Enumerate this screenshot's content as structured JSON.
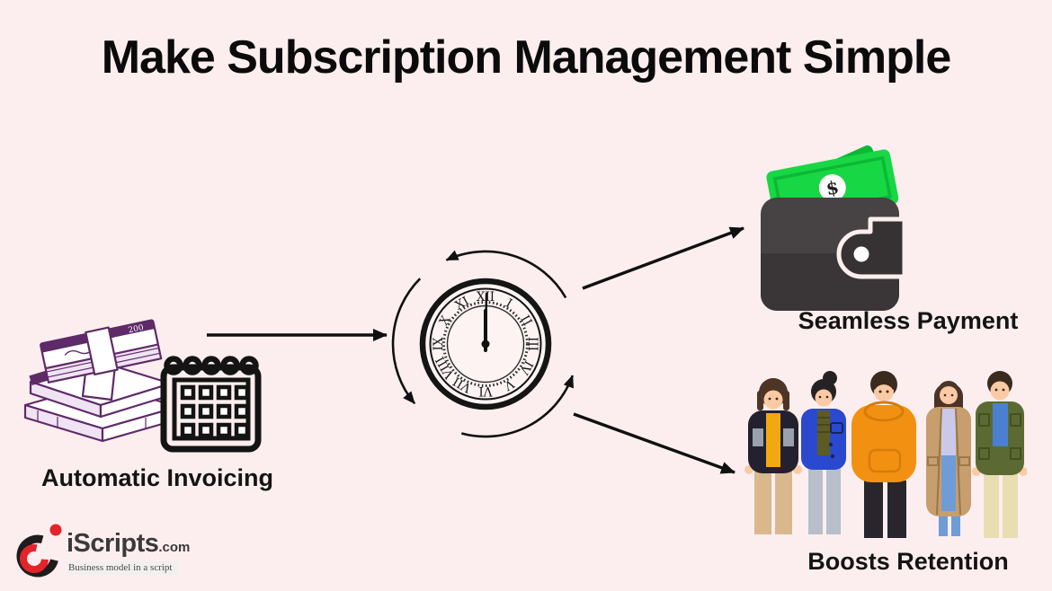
{
  "title": "Make Subscription Management Simple",
  "features": {
    "invoicing": {
      "label": "Automatic Invoicing"
    },
    "payment": {
      "label": "Seamless Payment"
    },
    "retention": {
      "label": "Boosts Retention"
    }
  },
  "illustrations": {
    "money": {
      "band_value": "200"
    },
    "wallet": {
      "currency_symbol": "$"
    },
    "clock": {
      "numerals": [
        "XII",
        "I",
        "II",
        "III",
        "IV",
        "V",
        "VI",
        "VII",
        "VIII",
        "IX",
        "X",
        "XI"
      ]
    },
    "people": {
      "count": "5"
    }
  },
  "icons": [
    "money-stack-icon",
    "calendar-icon",
    "clock-cycle-icon",
    "wallet-cash-icon",
    "people-group-icon",
    "flow-arrow-icon",
    "iscripts-logo-mark"
  ],
  "logo": {
    "name": "iScripts",
    "tld": ".com",
    "tagline": "Business model in a script"
  },
  "colors": {
    "background": "#FCEEEF",
    "title_text": "#0B0B0B",
    "money_purple": "#5E2A68",
    "bill_green": "#17D744",
    "bill_green_dark": "#0DB835",
    "wallet_gray": "#474243",
    "wallet_gray_dark": "#3A3637",
    "arrow_black": "#101010",
    "logo_red": "#E3242B"
  }
}
